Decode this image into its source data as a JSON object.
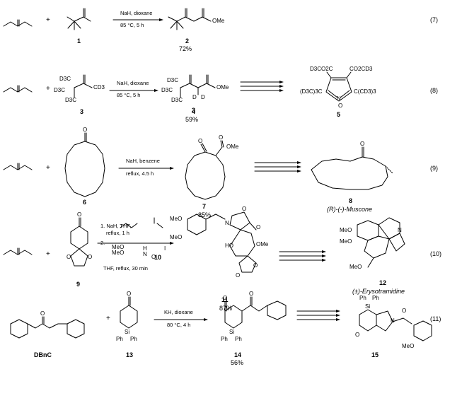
{
  "reactions": [
    {
      "equation": "(7)",
      "conditions": [
        "NaH, dioxane",
        "85 °C, 5 h"
      ],
      "reactant": "1",
      "product": "2",
      "yield": "72%",
      "labels": {
        "ome": "OMe"
      }
    },
    {
      "equation": "(8)",
      "conditions": [
        "NaH, dioxane",
        "85 °C, 5 h"
      ],
      "reactant": "3",
      "product": "4",
      "yield": "59%",
      "target": "5",
      "labels": {
        "d3_1": "D3C",
        "d3_2": "D3C",
        "d3_3": "D3C",
        "cd3": "CD3",
        "d3_4": "D3C",
        "d3_5": "D3C",
        "d3_6": "D3C",
        "d1": "D",
        "d2": "D",
        "ome": "OMe",
        "co2_left": "D3CO2C",
        "co2_right": "CO2CD3",
        "ccd_left": "(D3C)3C",
        "ccd_right": "C(CD3)3",
        "n": "N",
        "o": "O"
      }
    },
    {
      "equation": "(9)",
      "conditions": [
        "NaH, benzene",
        "reflux, 4.5 h"
      ],
      "reactant": "6",
      "product": "7",
      "yield": "85%",
      "target": "8",
      "target_name": "(R)-(-)-Muscone",
      "labels": {
        "o1": "O",
        "o2": "O",
        "o3": "O",
        "ome": "OMe",
        "o4": "O"
      }
    },
    {
      "equation": "(10)",
      "conditions": [
        "1. NaH, THF,",
        "reflux, 1 h",
        "2.",
        "10",
        "THF, reflux, 30 min"
      ],
      "reactant": "9",
      "product": "11",
      "yield": "87%",
      "target": "12",
      "target_name": "(±)-Erysotramidine",
      "labels": {
        "meo_a": "MeO",
        "meo_b": "MeO",
        "h": "H",
        "n10": "N",
        "o10": "O",
        "i10": "I",
        "meo_c": "MeO",
        "meo_d": "MeO",
        "o_ring": "O",
        "n11": "N",
        "ho": "HO",
        "o11": "O",
        "ome11": "OMe",
        "oa": "O",
        "ob": "O",
        "meo_e": "MeO",
        "meo_f": "MeO",
        "n12": "N",
        "meo_g": "MeO",
        "o_9a": "O",
        "o_9b": "O",
        "o_9c": "O"
      }
    },
    {
      "equation": "(11)",
      "conditions": [
        "KH, dioxane",
        "80 °C, 4 h"
      ],
      "reagent": "DBnC",
      "reactant": "13",
      "product": "14",
      "yield": "56%",
      "target": "15",
      "labels": {
        "si13": "Si",
        "ph13a": "Ph",
        "ph13b": "Ph",
        "o13": "O",
        "o14a": "O",
        "o14b": "O",
        "o14c": "O",
        "si14": "Si",
        "ph14a": "Ph",
        "ph14b": "Ph",
        "ph15a": "Ph",
        "ph15b": "Ph",
        "si15": "Si",
        "n15": "N",
        "o15a": "O",
        "o15b": "O",
        "meo15": "MeO"
      }
    }
  ],
  "plus": "+"
}
